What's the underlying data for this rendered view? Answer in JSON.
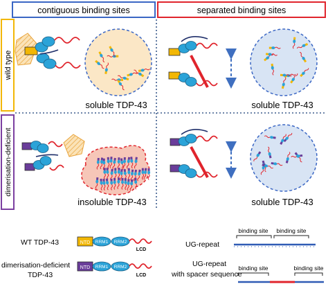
{
  "columns": {
    "contiguous": "contiguous binding sites",
    "separated": "separated binding sites"
  },
  "rows": {
    "wild_type": "wild type",
    "dimerisation_deficient": "dimerisation-deficient"
  },
  "panels": {
    "top_left": "soluble TDP-43",
    "top_right": "soluble TDP-43",
    "bottom_left": "insoluble TDP-43",
    "bottom_right": "soluble TDP-43"
  },
  "legend": {
    "wt_label": "WT TDP-43",
    "dd_label_line1": "dimerisation-deficient",
    "dd_label_line2": "TDP-43",
    "ntd": "NTD",
    "rrm1": "RRM1",
    "rrm2": "RRM2",
    "lcd": "LCD",
    "ug_repeat": "UG-repeat",
    "ug_spacer_line1": "UG-repeat",
    "ug_spacer_line2": "with spacer sequence",
    "binding_site": "binding site"
  },
  "colors": {
    "contiguous_frame": "#3a66c4",
    "separated_frame": "#e0242c",
    "wild_type_frame": "#f2b705",
    "dimerisation_frame": "#7b3fa0",
    "ntd_wt": "#f2b705",
    "ntd_dd": "#6a3d9a",
    "rrm": "#2ba3d8",
    "lcd": "#e0242c",
    "rna": "#2f5bb5",
    "soluble_bg": "#fbe7c6",
    "soluble_blue_bg": "#d8e4f4",
    "insoluble_bg": "#f6c6b8"
  }
}
